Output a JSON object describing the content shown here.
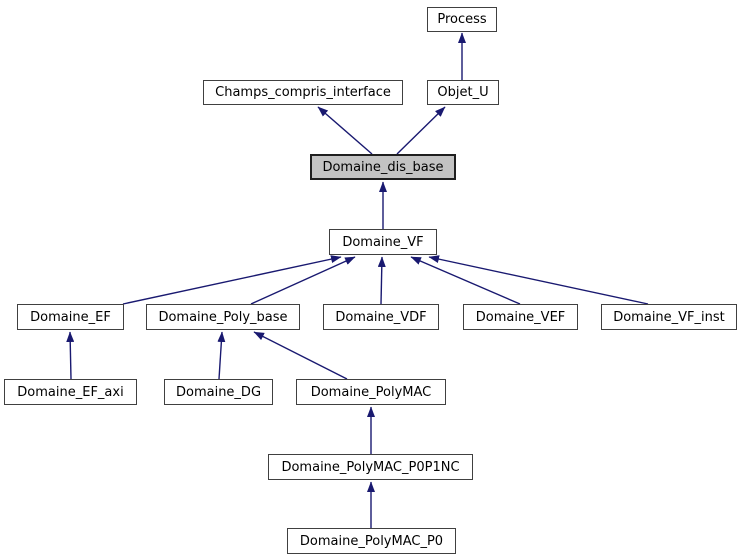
{
  "diagram": {
    "type": "class-inheritance-graph",
    "colors": {
      "background": "#ffffff",
      "edge": "#191970",
      "node_fill": "#ffffff",
      "node_border": "#404040",
      "highlight_fill": "#c3c3c3",
      "text": "#000000"
    },
    "nodes": [
      {
        "id": "process",
        "label": "Process",
        "highlighted": false
      },
      {
        "id": "objet_u",
        "label": "Objet_U",
        "highlighted": false
      },
      {
        "id": "champs_compris_interface",
        "label": "Champs_compris_interface",
        "highlighted": false
      },
      {
        "id": "domaine_dis_base",
        "label": "Domaine_dis_base",
        "highlighted": true
      },
      {
        "id": "domaine_vf",
        "label": "Domaine_VF",
        "highlighted": false
      },
      {
        "id": "domaine_ef",
        "label": "Domaine_EF",
        "highlighted": false
      },
      {
        "id": "domaine_poly_base",
        "label": "Domaine_Poly_base",
        "highlighted": false
      },
      {
        "id": "domaine_vdf",
        "label": "Domaine_VDF",
        "highlighted": false
      },
      {
        "id": "domaine_vef",
        "label": "Domaine_VEF",
        "highlighted": false
      },
      {
        "id": "domaine_vf_inst",
        "label": "Domaine_VF_inst",
        "highlighted": false
      },
      {
        "id": "domaine_ef_axi",
        "label": "Domaine_EF_axi",
        "highlighted": false
      },
      {
        "id": "domaine_dg",
        "label": "Domaine_DG",
        "highlighted": false
      },
      {
        "id": "domaine_polymac",
        "label": "Domaine_PolyMAC",
        "highlighted": false
      },
      {
        "id": "domaine_polymac_p0p1nc",
        "label": "Domaine_PolyMAC_P0P1NC",
        "highlighted": false
      },
      {
        "id": "domaine_polymac_p0",
        "label": "Domaine_PolyMAC_P0",
        "highlighted": false
      }
    ],
    "edges": [
      {
        "from": "objet_u",
        "to": "process"
      },
      {
        "from": "domaine_dis_base",
        "to": "champs_compris_interface"
      },
      {
        "from": "domaine_dis_base",
        "to": "objet_u"
      },
      {
        "from": "domaine_vf",
        "to": "domaine_dis_base"
      },
      {
        "from": "domaine_ef",
        "to": "domaine_vf"
      },
      {
        "from": "domaine_poly_base",
        "to": "domaine_vf"
      },
      {
        "from": "domaine_vdf",
        "to": "domaine_vf"
      },
      {
        "from": "domaine_vef",
        "to": "domaine_vf"
      },
      {
        "from": "domaine_vf_inst",
        "to": "domaine_vf"
      },
      {
        "from": "domaine_ef_axi",
        "to": "domaine_ef"
      },
      {
        "from": "domaine_dg",
        "to": "domaine_poly_base"
      },
      {
        "from": "domaine_polymac",
        "to": "domaine_poly_base"
      },
      {
        "from": "domaine_polymac_p0p1nc",
        "to": "domaine_polymac"
      },
      {
        "from": "domaine_polymac_p0",
        "to": "domaine_polymac_p0p1nc"
      }
    ]
  }
}
